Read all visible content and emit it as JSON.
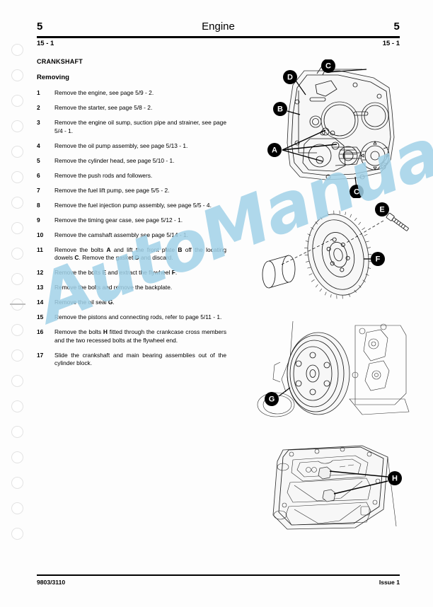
{
  "header": {
    "left_page_number": "5",
    "title": "Engine",
    "right_page_number": "5",
    "left_section_code": "15 - 1",
    "right_section_code": "15 - 1"
  },
  "content": {
    "section_title": "CRANKSHAFT",
    "subsection_title": "Removing",
    "steps": [
      {
        "num": "1",
        "text": "Remove the engine, see page 5/9 - 2."
      },
      {
        "num": "2",
        "text": "Remove the starter, see page 5/8 - 2."
      },
      {
        "num": "3",
        "text": "Remove the engine oil sump, suction pipe and strainer, see page 5/4 - 1."
      },
      {
        "num": "4",
        "text": "Remove the oil pump assembly, see page 5/13 - 1."
      },
      {
        "num": "5",
        "text": "Remove the cylinder head, see page 5/10 - 1."
      },
      {
        "num": "6",
        "text": "Remove the push rods and followers."
      },
      {
        "num": "7",
        "text": "Remove the fuel lift pump, see page 5/5 - 2."
      },
      {
        "num": "8",
        "text": "Remove the fuel injection pump assembly, see page 5/5 - 4."
      },
      {
        "num": "9",
        "text": "Remove the timing gear case, see page 5/12 - 1."
      },
      {
        "num": "10",
        "text": "Remove the camshaft assembly see page 5/14 - 1."
      },
      {
        "num": "11",
        "html": "Remove the bolts <b>A</b> and lift the front plate <b>B</b> off the locating dowels <b>C</b>. Remove the gasket <b>D</b> and discard."
      },
      {
        "num": "12",
        "html": "Remove the bolts <b>E</b> and extract the flywheel <b>F</b>."
      },
      {
        "num": "13",
        "text": "Remove the bolts and remove the backplate."
      },
      {
        "num": "14",
        "html": "Remove the oil seal <b>G</b>."
      },
      {
        "num": "15",
        "text": "Remove the pistons and connecting rods, refer to page 5/11 - 1."
      },
      {
        "num": "16",
        "html": "Remove the bolts <b>H</b> fitted through the crankcase cross members and the two recessed bolts at the flywheel end."
      },
      {
        "num": "17",
        "text": "Slide the crankshaft and main bearing assemblies out of the cylinder block."
      }
    ]
  },
  "watermark": {
    "text": "AutoManual",
    "color": "#a2d2e8"
  },
  "figures": [
    {
      "name": "engine-front-plate",
      "callouts": [
        "A",
        "B",
        "C",
        "C",
        "D"
      ]
    },
    {
      "name": "flywheel-assembly",
      "callouts": [
        "E",
        "F"
      ]
    },
    {
      "name": "crankshaft-pulley-oil-seal",
      "callouts": [
        "G"
      ]
    },
    {
      "name": "crankcase-cross-members",
      "callouts": [
        "H"
      ]
    }
  ],
  "callout_labels": {
    "a": "A",
    "b": "B",
    "c": "C",
    "d": "D",
    "e": "E",
    "f": "F",
    "g": "G",
    "h": "H"
  },
  "footer": {
    "document_code": "9803/3110",
    "issue": "Issue 1"
  }
}
